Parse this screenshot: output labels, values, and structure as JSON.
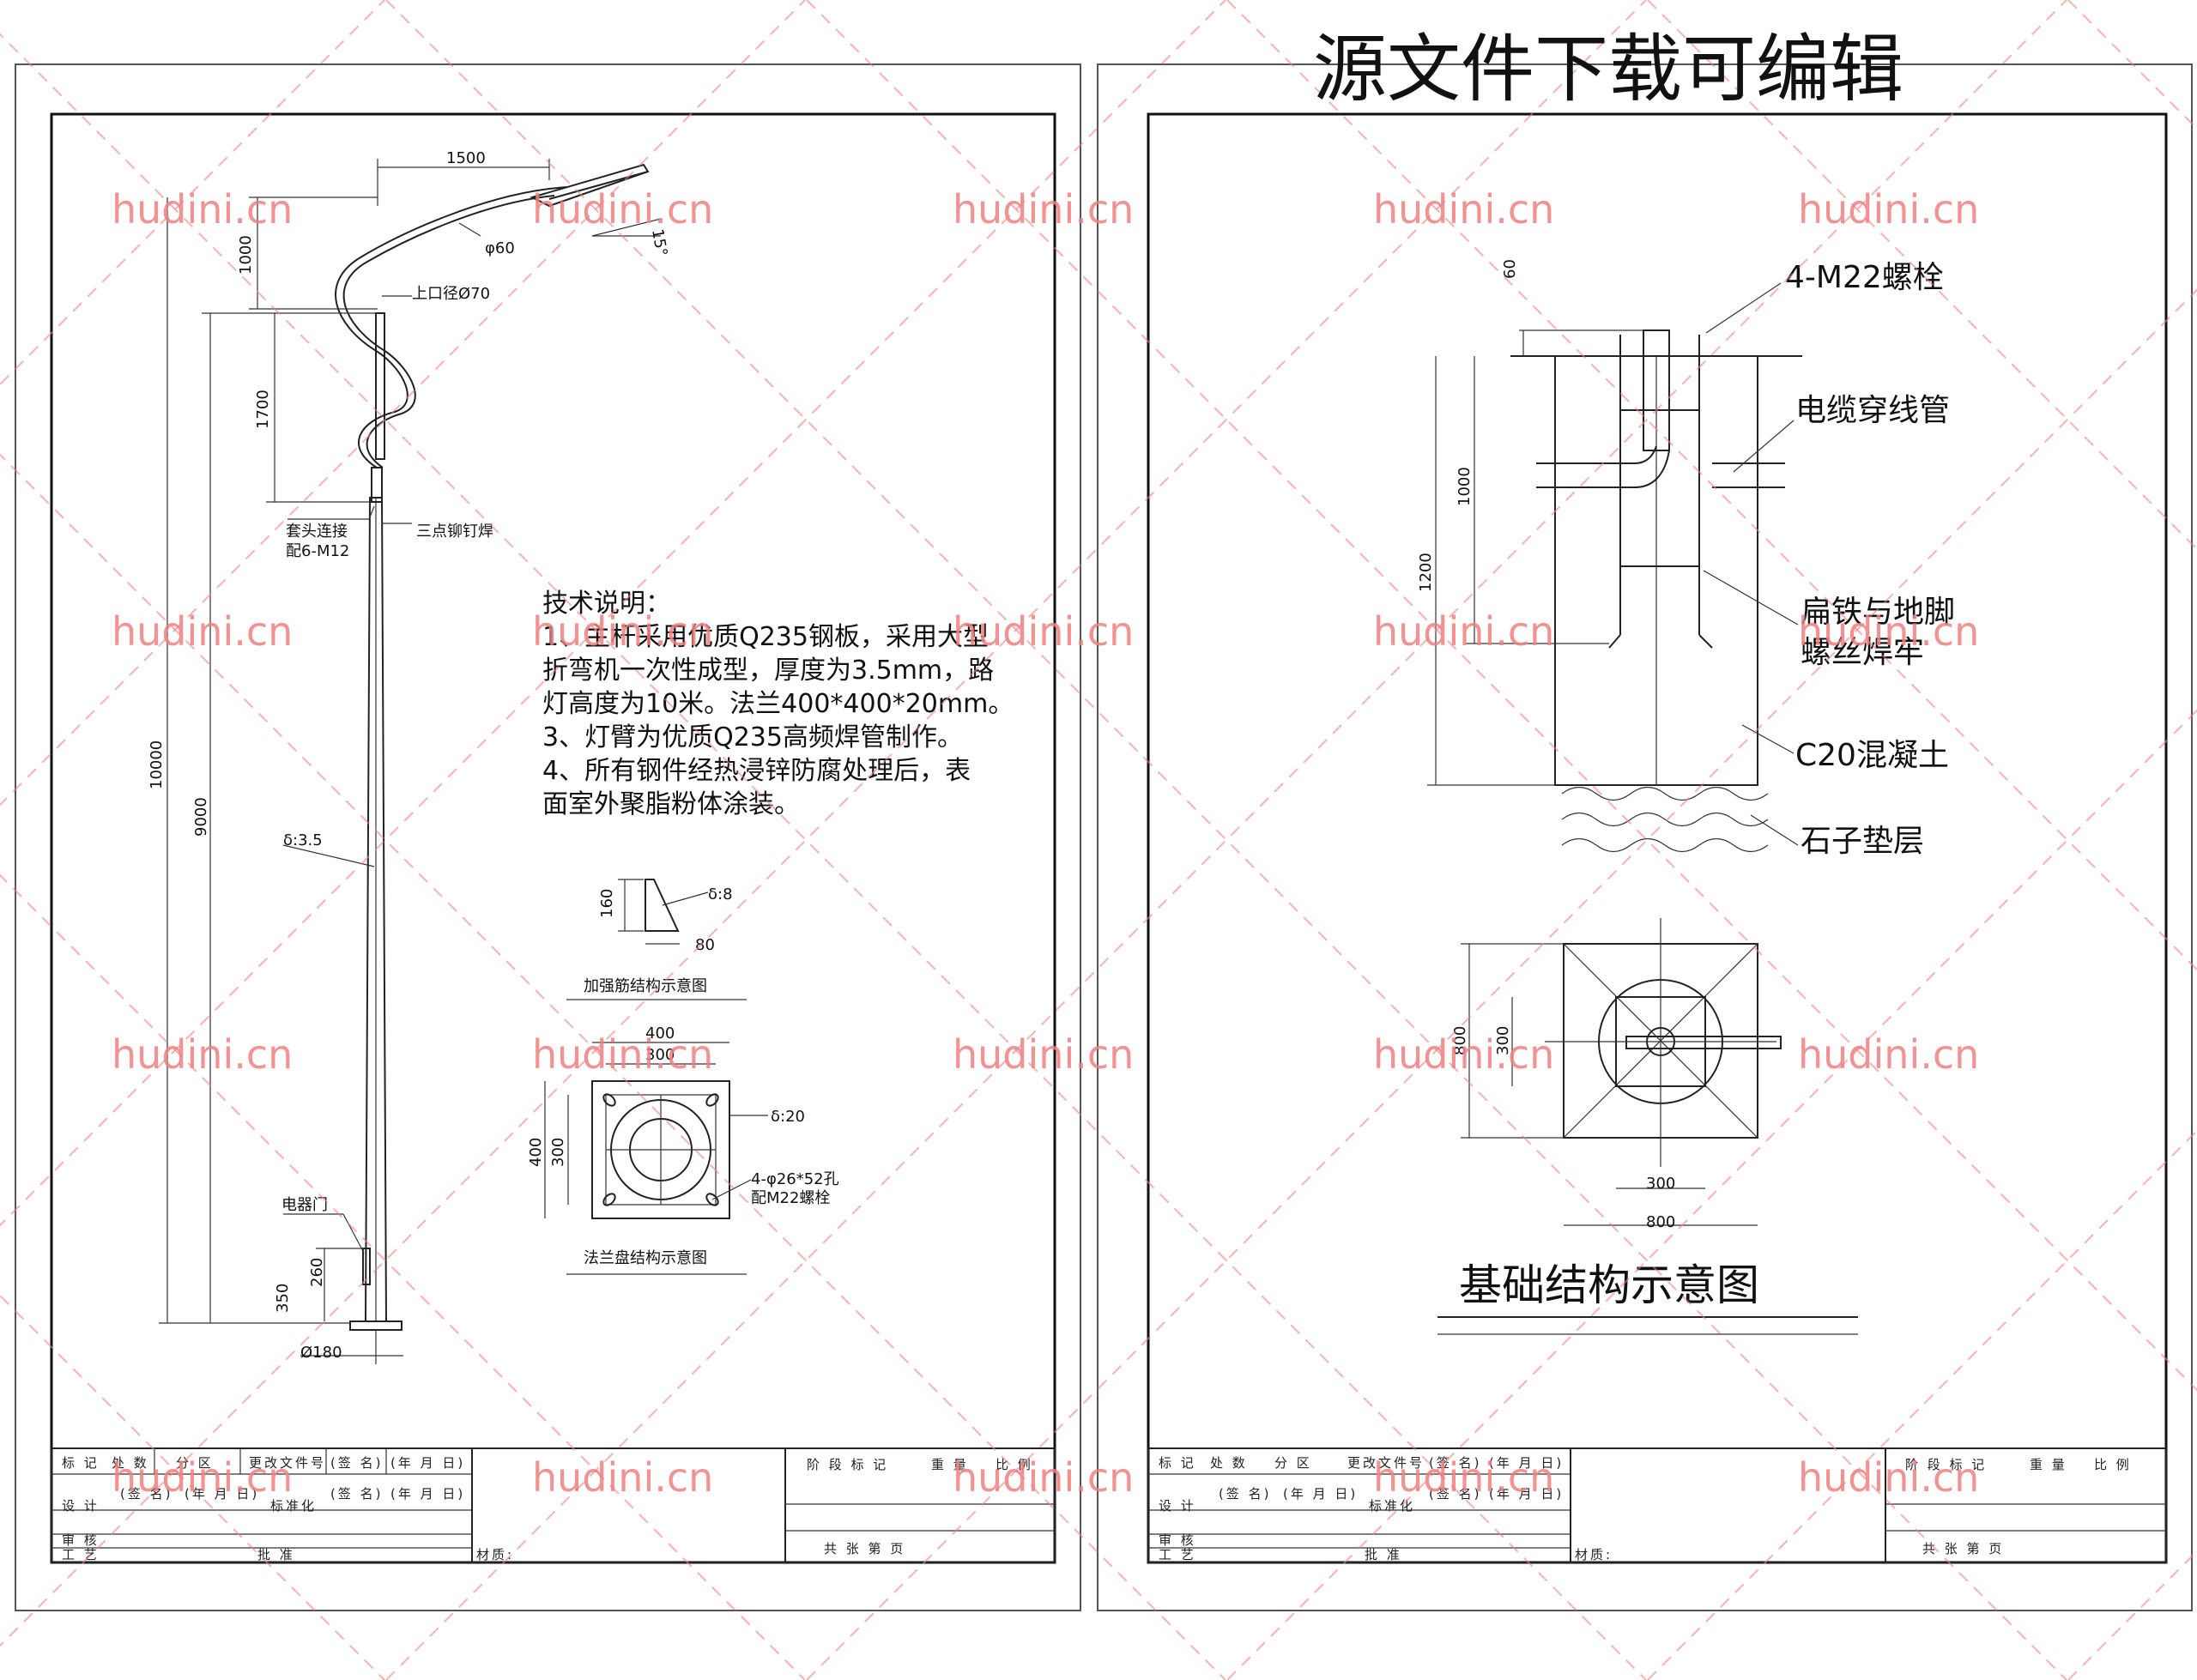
{
  "watermark": {
    "headline": "源文件下载可编辑",
    "site": "hudini.cn",
    "color": "#f08080"
  },
  "pole_drawing": {
    "dims": {
      "arm_reach": "1500",
      "arm_tube": "φ60",
      "tilt": "15°",
      "arm_rise": "1000",
      "top_dia": "上口径Ø70",
      "arm_span": "1700",
      "pole_h_total": "10000",
      "pole_h": "9000",
      "wall": "δ:3.5",
      "door_h": "260",
      "door_base": "350",
      "base_dia": "Ø180"
    },
    "labels": {
      "sleeve": "套头连接",
      "sleeve_bolts": "配6-M12",
      "rivet_weld": "三点铆钉焊",
      "door": "电器门"
    }
  },
  "tech_notes": {
    "title": "技术说明：",
    "lines": [
      "1、主杆采用优质Q235钢板，采用大型",
      "折弯机一次性成型，厚度为3.5mm，路",
      "灯高度为10米。法兰400*400*20mm。",
      "3、灯臂为优质Q235高频焊管制作。",
      "4、所有钢件经热浸锌防腐处理后，表",
      "面室外聚脂粉体涂装。"
    ]
  },
  "rib_detail": {
    "h": "160",
    "w": "80",
    "thk": "δ:8",
    "caption": "加强筋结构示意图"
  },
  "flange_detail": {
    "outer": "400",
    "inner": "300",
    "outer_v": "400",
    "inner_v": "300",
    "thk": "δ:20",
    "holes": "4-φ26*52孔",
    "bolts": "配M22螺栓",
    "caption": "法兰盘结构示意图"
  },
  "foundation": {
    "dims": {
      "top": "60",
      "anchor": "1000",
      "depth": "1200",
      "plan_outer_v": "800",
      "plan_inner_v": "300",
      "plan_inner_h": "300",
      "plan_outer_h": "800"
    },
    "labels": {
      "bolts": "4-M22螺栓",
      "conduit": "电缆穿线管",
      "weld_1": "扁铁与地脚",
      "weld_2": "螺丝焊牢",
      "concrete": "C20混凝土",
      "gravel": "石子垫层"
    },
    "caption": "基础结构示意图"
  },
  "title_block": {
    "row1": [
      "标 记",
      "处 数",
      "分 区",
      "更改文件号",
      "(签 名)",
      "(年 月 日)"
    ],
    "row2": [
      "设 计",
      "(签 名)",
      "(年 月 日)",
      "标准化",
      "(签 名)",
      "(年 月 日)"
    ],
    "row3": [
      "审 核"
    ],
    "row4": [
      "工 艺",
      "批 准"
    ],
    "material": "材质:",
    "stage": "阶 段 标 记",
    "weight": "重 量",
    "scale": "比 例",
    "sheets": "共    张    第    页"
  }
}
